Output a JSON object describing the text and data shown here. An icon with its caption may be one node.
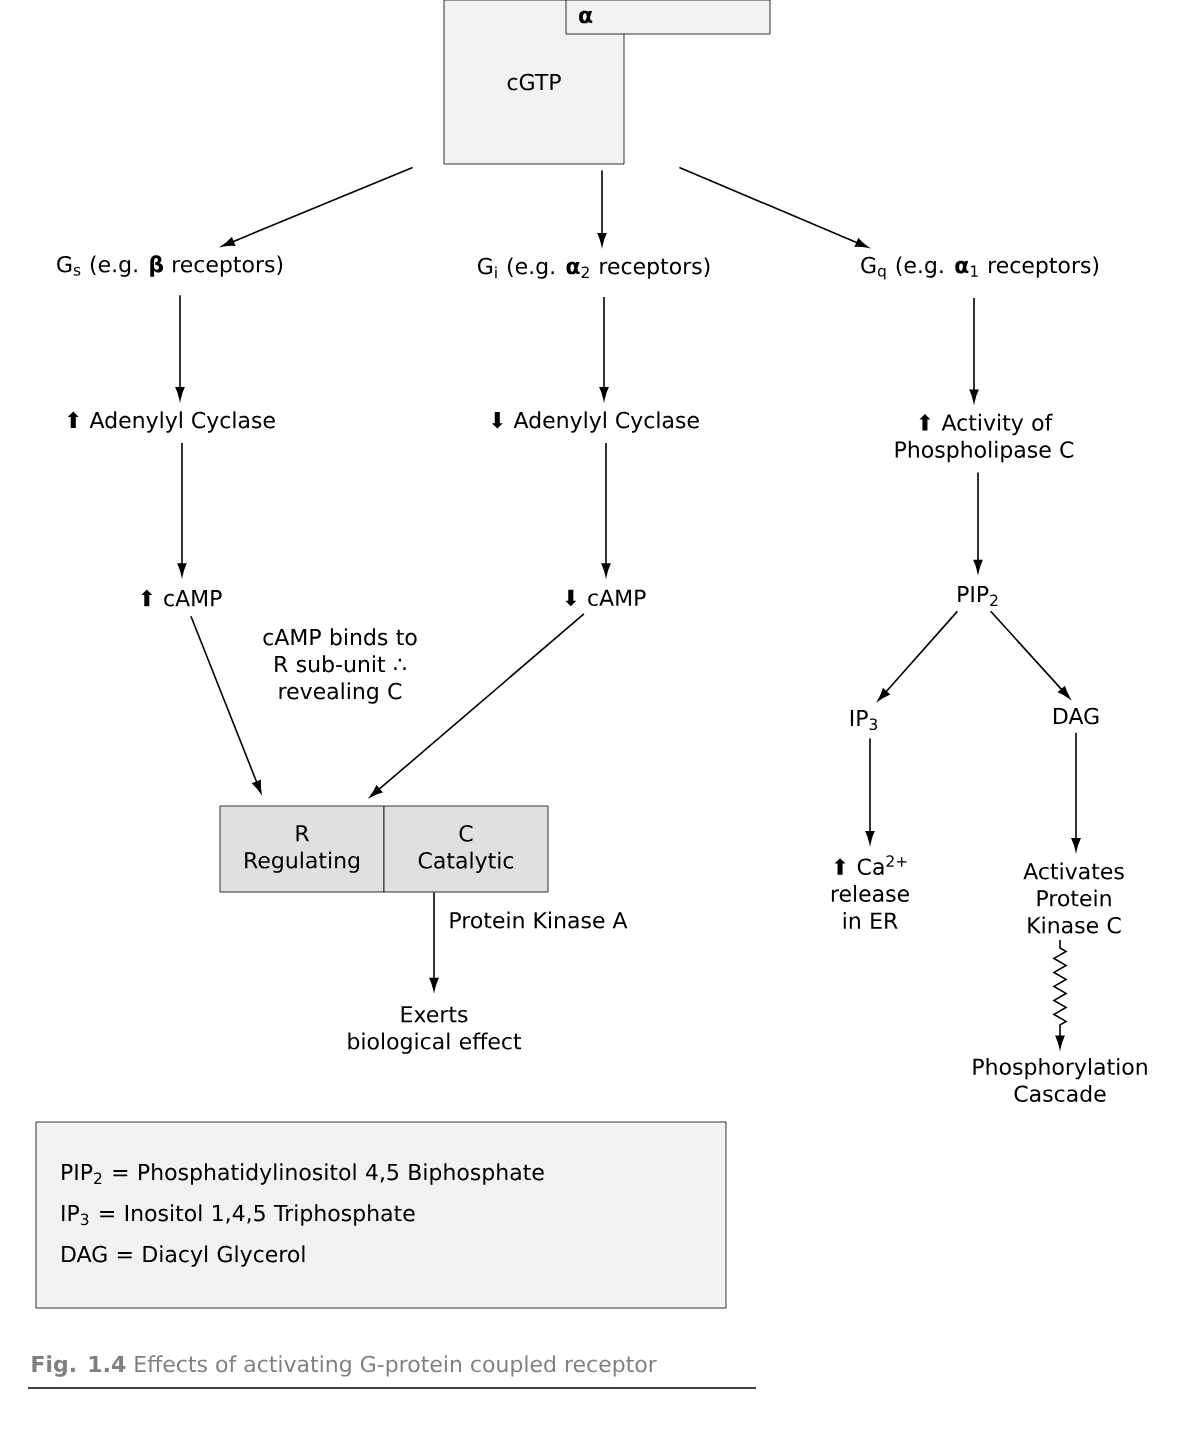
{
  "diagram": {
    "caption": "**Fig. 1.4**  Effects of activating G-protein coupled receptor",
    "nodes": [
      {
        "text": [
          "cGTP"
        ]
      },
      {
        "text": [
          "α"
        ]
      },
      {
        "text": [
          "G$_{s}$ (e.g. **β** receptors)"
        ]
      },
      {
        "text": [
          "G$_{i}$ (e.g. **α**$_{2}$ receptors)"
        ]
      },
      {
        "text": [
          "G$_{q}$ (e.g. **α**$_{1}$ receptors)"
        ]
      },
      {
        "text": [
          "⬆ Adenylyl Cyclase"
        ]
      },
      {
        "text": [
          "⬇ Adenylyl Cyclase"
        ]
      },
      {
        "text": [
          "⬆ Activity of Phospholipase C"
        ]
      },
      {
        "text": [
          "⬆ cAMP"
        ]
      },
      {
        "text": [
          "⬇ cAMP"
        ]
      },
      {
        "text": [
          "PIP$_{2}$"
        ]
      },
      {
        "text": [
          "R",
          "Regulating"
        ]
      },
      {
        "text": [
          "C",
          "Catalytic"
        ]
      },
      {
        "text": [
          "IP$_{3}$"
        ]
      },
      {
        "text": [
          "DAG"
        ]
      },
      {
        "text": [
          "⬆ Ca$^{2+}$ release in ER"
        ]
      },
      {
        "text": [
          "Activates Protein Kinase C"
        ]
      },
      {
        "text": [
          "Exerts biological effect"
        ]
      },
      {
        "text": [
          "Phosphorylation Cascade"
        ]
      },
      {
        "text": [
          "PIP$_{2}$ = Phosphatidylinositol 4,5 Biphosphate",
          "IP$_{3}$ = Inositol 1,4,5 Triphosphate",
          "DAG = Diacyl Glycerol"
        ]
      }
    ],
    "edges": [
      {
        "from": 0,
        "to": 2,
        "arrow": "to"
      },
      {
        "from": 0,
        "to": 3,
        "arrow": "to"
      },
      {
        "from": 0,
        "to": 4,
        "arrow": "to"
      },
      {
        "from": 2,
        "to": 5,
        "arrow": "to"
      },
      {
        "from": 3,
        "to": 6,
        "arrow": "to"
      },
      {
        "from": 4,
        "to": 7,
        "arrow": "to"
      },
      {
        "from": 5,
        "to": 8,
        "arrow": "to"
      },
      {
        "from": 6,
        "to": 9,
        "arrow": "to"
      },
      {
        "from": 7,
        "to": 10,
        "arrow": "to"
      },
      {
        "from": 8,
        "to": 11,
        "arrow": "to"
      },
      {
        "from": 9,
        "to": 11,
        "arrow": "to"
      },
      {
        "from": 10,
        "to": 13,
        "arrow": "to"
      },
      {
        "from": 10,
        "to": 14,
        "arrow": "to"
      },
      {
        "from": 13,
        "to": 15,
        "arrow": "to"
      },
      {
        "from": 14,
        "to": 16,
        "arrow": "to"
      },
      {
        "from": 12,
        "to": 17,
        "arrow": "to",
        "label": "Protein Kinase A"
      },
      {
        "from": 16,
        "to": 18,
        "arrow": "to"
      }
    ],
    "labels": [
      "cAMP binds to R sub-unit ∴ revealing C"
    ]
  }
}
